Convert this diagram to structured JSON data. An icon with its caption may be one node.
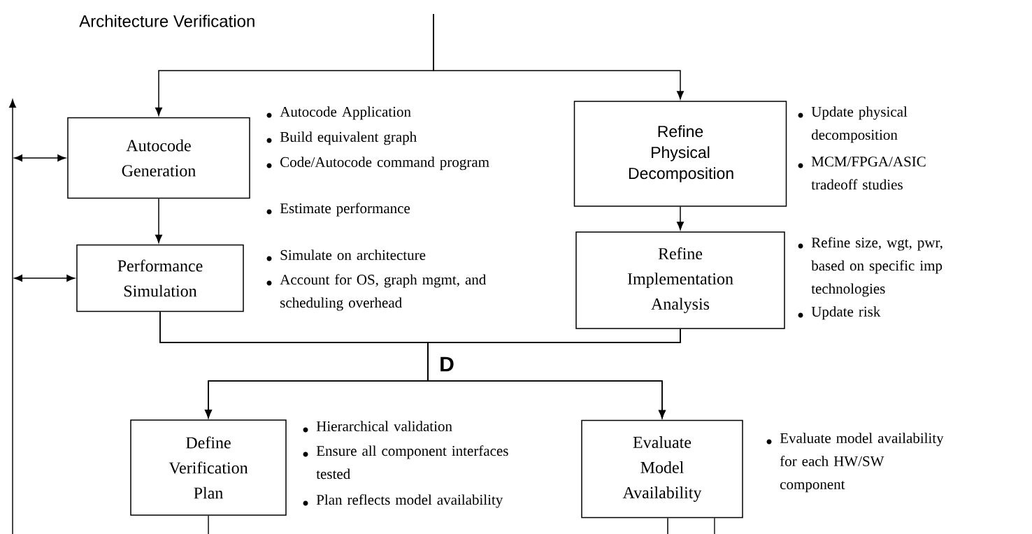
{
  "diagram": {
    "title": "Architecture Verification",
    "nodes": [
      {
        "text": [
          "Autocode Generation"
        ],
        "beside": [
          "Autocode Application",
          "Build equivalent graph",
          "Code/Autocode command program",
          "Estimate performance"
        ]
      },
      {
        "text": [
          "Refine Physical Decomposition"
        ],
        "beside": [
          "Update physical decomposition",
          "MCM/FPGA/ASIC tradeoff studies"
        ]
      },
      {
        "text": [
          "Performance Simulation"
        ],
        "beside": [
          "Simulate on architecture",
          "Account for OS, graph mgmt, and scheduling overhead"
        ]
      },
      {
        "text": [
          "Refine Implementation Analysis"
        ],
        "beside": [
          "Refine size, wgt, pwr, based on specific imp technologies",
          "Update risk"
        ]
      },
      {
        "text": [
          "Define Verification Plan"
        ],
        "beside": [
          "Hierarchical validation",
          "Ensure all component interfaces tested",
          "Plan reflects model availability"
        ]
      },
      {
        "text": [
          "Evaluate Model Availability"
        ],
        "beside": [
          "Evaluate model availability for each HW/SW component"
        ]
      }
    ],
    "edges": [
      {
        "from": null,
        "to": 0,
        "arrow": "to"
      },
      {
        "from": null,
        "to": 1,
        "arrow": "to"
      },
      {
        "from": 0,
        "to": 2,
        "arrow": "to"
      },
      {
        "from": 1,
        "to": 3,
        "arrow": "to"
      },
      {
        "from": 2,
        "to": 4,
        "arrow": "to"
      },
      {
        "from": 2,
        "to": 5,
        "arrow": "to"
      },
      {
        "from": 3,
        "to": 4,
        "arrow": "to"
      },
      {
        "from": 3,
        "to": 5,
        "arrow": "to"
      },
      {
        "from": null,
        "to": 0,
        "arrow": "both"
      },
      {
        "from": null,
        "to": 2,
        "arrow": "both"
      },
      {
        "from": 4,
        "to": null,
        "arrow": "none"
      },
      {
        "from": 5,
        "to": null,
        "arrow": "none"
      },
      {
        "from": 5,
        "to": null,
        "arrow": "none"
      }
    ],
    "labels": [
      "D"
    ]
  }
}
